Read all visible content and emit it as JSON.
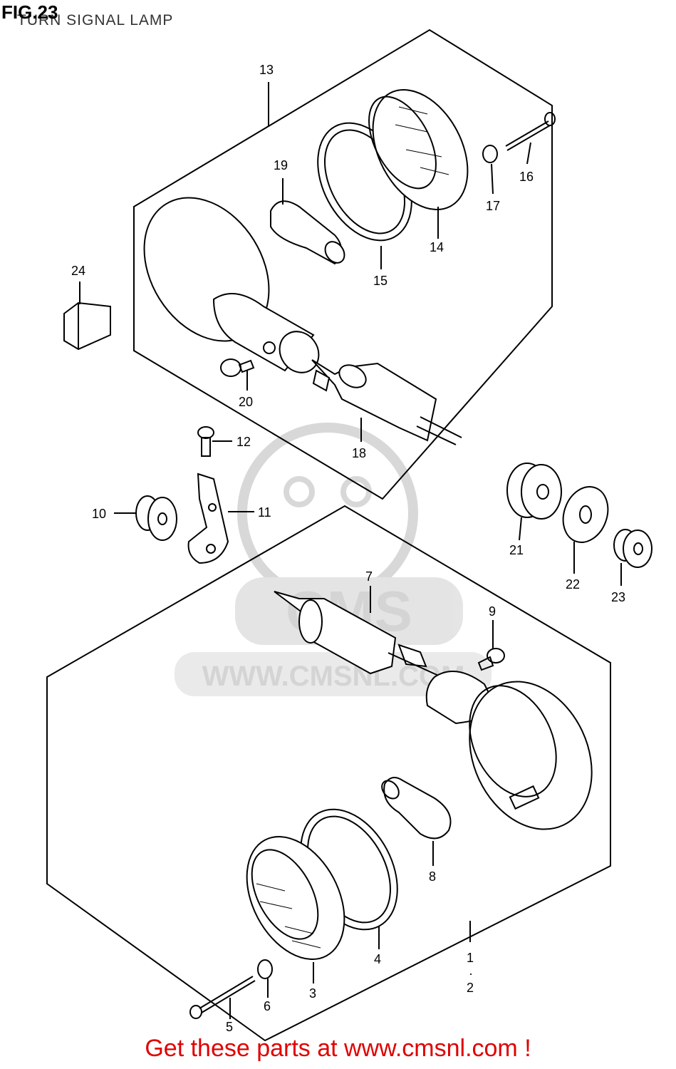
{
  "header": {
    "figure": "FIG.23",
    "subtitle": "TURN SIGNAL LAMP"
  },
  "watermark": {
    "brand": "CMS",
    "url": "WWW.CMSNL.COM"
  },
  "callouts": [
    "1",
    "2",
    "3",
    "4",
    "5",
    "6",
    "7",
    "8",
    "9",
    "10",
    "11",
    "12",
    "13",
    "14",
    "15",
    "16",
    "17",
    "18",
    "19",
    "20",
    "21",
    "22",
    "23",
    "24"
  ],
  "footer": {
    "text": "Get these parts at www.cmsnl.com !",
    "color": "#e00000"
  },
  "colors": {
    "line": "#000000",
    "watermark": "#d0d0d0",
    "footer": "#e00000"
  }
}
